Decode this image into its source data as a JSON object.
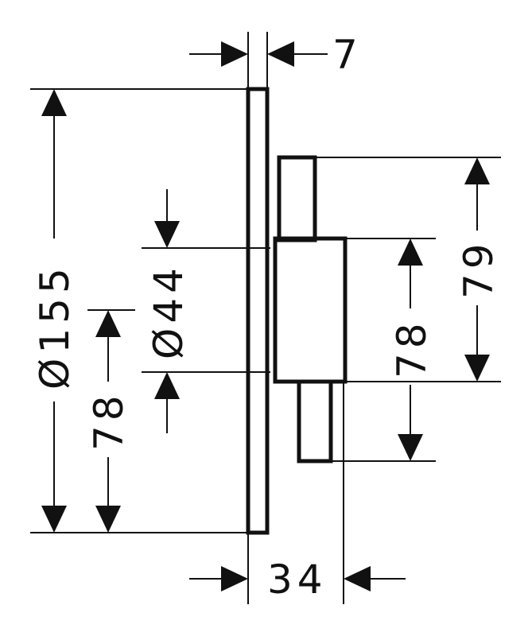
{
  "drawing": {
    "stroke_color": "#111111",
    "background_color": "#ffffff"
  },
  "dimensions": {
    "plate_thickness": "7",
    "plate_diameter": "Ø155",
    "center_offset_left": "78",
    "center_offset_right": "78",
    "spindle_diameter": "Ø44",
    "body_height": "79",
    "depth": "34"
  }
}
